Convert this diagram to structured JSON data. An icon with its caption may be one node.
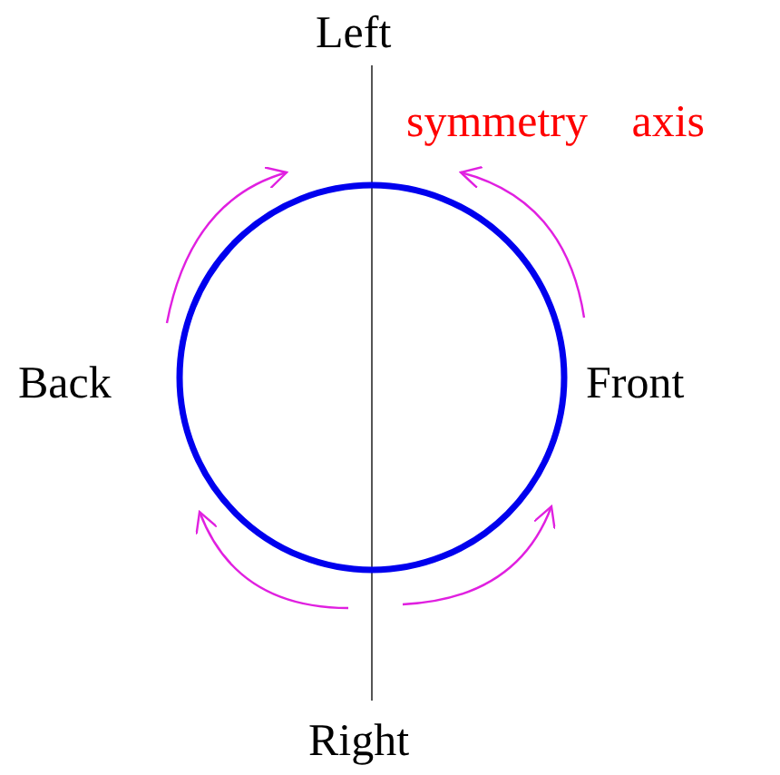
{
  "diagram": {
    "labels": [
      "Left",
      "symmetry axis",
      "Back",
      "Front",
      "Right"
    ]
  }
}
